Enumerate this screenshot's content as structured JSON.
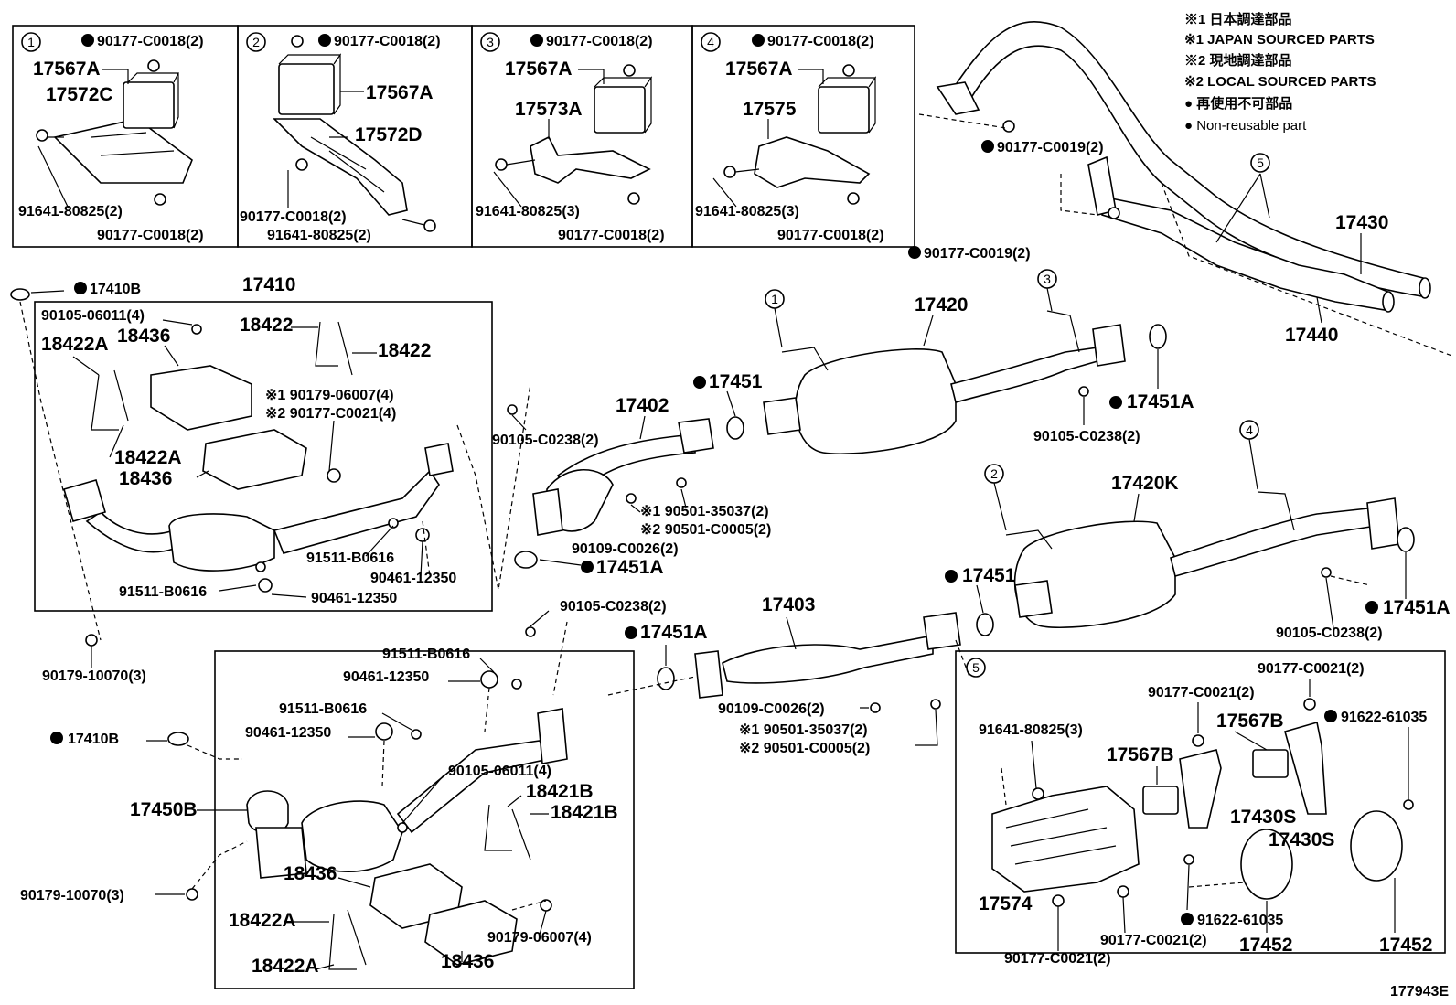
{
  "legend": {
    "japan_jp": "※1 日本調達部品",
    "japan_en": "※1 JAPAN SOURCED PARTS",
    "local_jp": "※2 現地調達部品",
    "local_en": "※2 LOCAL SOURCED PARTS",
    "nonreuse_jp": "● 再使用不可部品",
    "nonreuse_en": "● Non-reusable part"
  },
  "figure_code": "177943E",
  "circle_numbers": [
    "1",
    "2",
    "3",
    "4",
    "5"
  ],
  "labels": {
    "b1_90177": "90177-C0018(2)",
    "b1_17567A": "17567A",
    "b1_17572C": "17572C",
    "b1_91641": "91641-80825(2)",
    "b1_90177b": "90177-C0018(2)",
    "b2_90177": "90177-C0018(2)",
    "b2_17567A": "17567A",
    "b2_17572D": "17572D",
    "b2_90177b": "90177-C0018(2)",
    "b2_91641": "91641-80825(2)",
    "b3_90177": "90177-C0018(2)",
    "b3_17567A": "17567A",
    "b3_17573A": "17573A",
    "b3_91641": "91641-80825(3)",
    "b3_90177b": "90177-C0018(2)",
    "b4_90177": "90177-C0018(2)",
    "b4_17567A": "17567A",
    "b4_17575": "17575",
    "b4_91641": "91641-80825(3)",
    "b4_90177b": "90177-C0018(2)",
    "tr_90177_c0019": "90177-C0019(2)",
    "tr_90177_c0019b": "90177-C0019(2)",
    "p17430": "17430",
    "p17440": "17440",
    "p17410B": "17410B",
    "p17410": "17410",
    "p90105_06011": "90105-06011(4)",
    "p18436a": "18436",
    "p18422A_a": "18422A",
    "p18422_a": "18422",
    "p18422_b": "18422",
    "p_ast1_90179": "※1 90179-06007(4)",
    "p_ast2_90177": "※2 90177-C0021(4)",
    "p18422A_b": "18422A",
    "p18436b": "18436",
    "p91511_a": "91511-B0616",
    "p90461_a": "90461-12350",
    "p91511_b": "91511-B0616",
    "p90461_b": "90461-12350",
    "p90179_10070": "90179-10070(3)",
    "p90105_c0238_a": "90105-C0238(2)",
    "p17402": "17402",
    "p17451_a": "17451",
    "p17420": "17420",
    "p17451A_a": "17451A",
    "p90105_c0238_b": "90105-C0238(2)",
    "p_ast1_90501_a": "※1 90501-35037(2)",
    "p_ast2_90501_a": "※2 90501-C0005(2)",
    "p90109_a": "90109-C0026(2)",
    "p17451A_b": "17451A",
    "p17420K": "17420K",
    "p17451_b": "17451",
    "p90105_c0238_c": "90105-C0238(2)",
    "p17451A_c": "17451A",
    "p90105_c0238_d": "90105-C0238(2)",
    "p17403": "17403",
    "p17451A_d": "17451A",
    "p90109_b": "90109-C0026(2)",
    "p_ast1_90501_b": "※1 90501-35037(2)",
    "p_ast2_90501_b": "※2 90501-C0005(2)",
    "p91511_c": "91511-B0616",
    "p90461_c": "90461-12350",
    "p91511_d": "91511-B0616",
    "p90461_d": "90461-12350",
    "p17410B_b": "17410B",
    "p90105_06011_b": "90105-06011(4)",
    "p18421B_a": "18421B",
    "p18421B_b": "18421B",
    "p17450B": "17450B",
    "p18436c": "18436",
    "p90179_10070_b": "90179-10070(3)",
    "p18422A_c": "18422A",
    "p90179_06007": "90179-06007(4)",
    "p18422A_d": "18422A",
    "p18436d": "18436",
    "b5_90177_a": "90177-C0021(2)",
    "b5_90177_b": "90177-C0021(2)",
    "b5_91622_a": "91622-61035",
    "b5_91641": "91641-80825(3)",
    "b5_17567B_a": "17567B",
    "b5_17567B_b": "17567B",
    "b5_17430S_a": "17430S",
    "b5_17430S_b": "17430S",
    "b5_17574": "17574",
    "b5_91622_b": "91622-61035",
    "b5_90177_c": "90177-C0021(2)",
    "b5_90177_d": "90177-C0021(2)",
    "b5_17452_a": "17452",
    "b5_17452_b": "17452"
  }
}
